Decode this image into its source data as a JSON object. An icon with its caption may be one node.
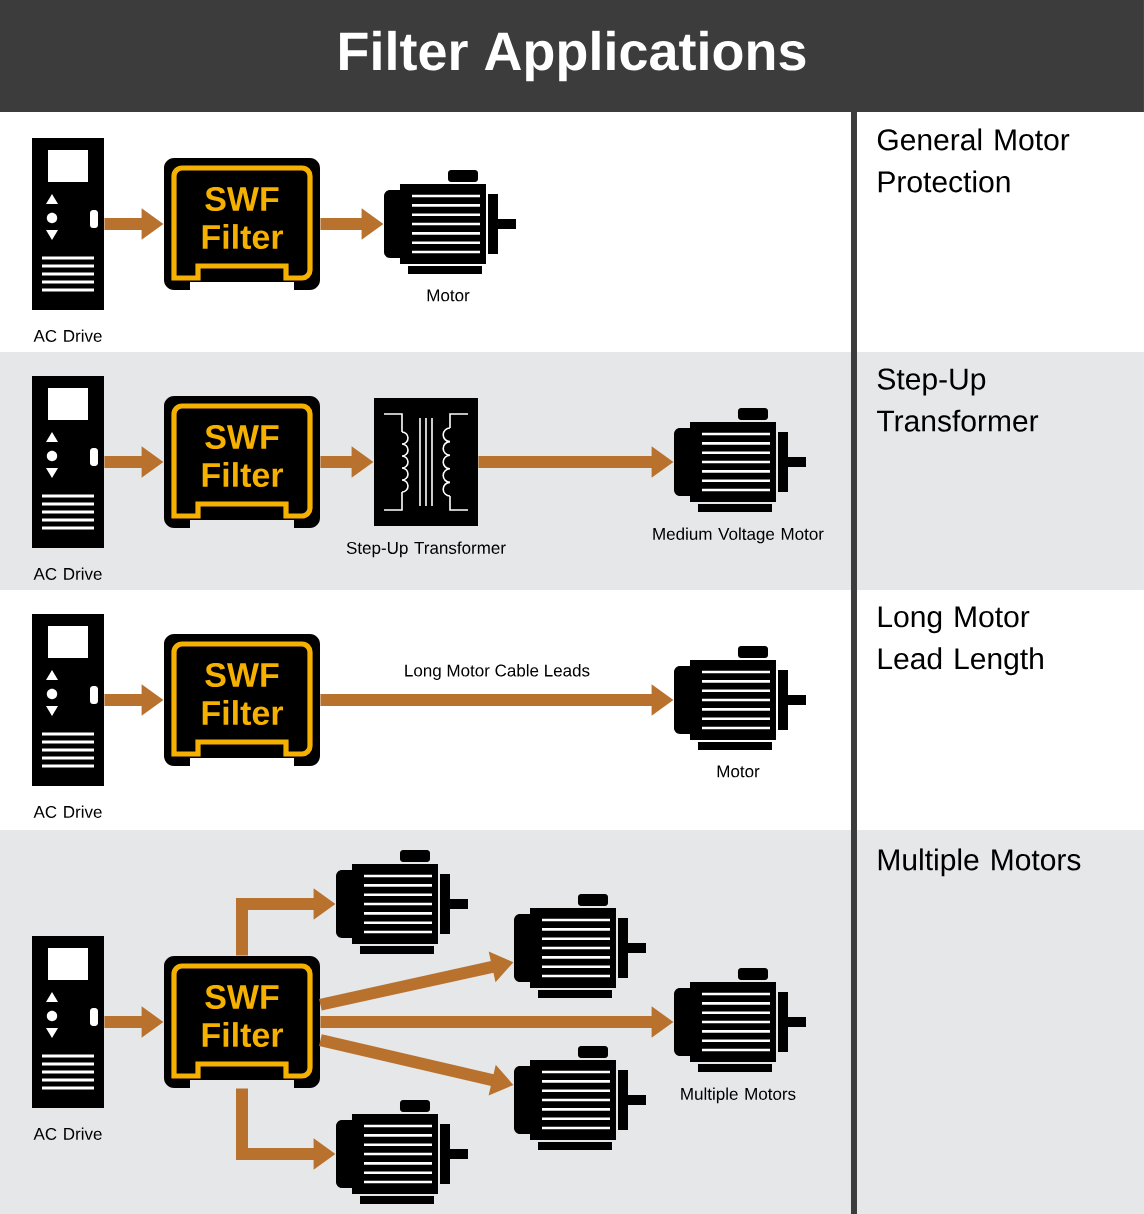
{
  "diagram": {
    "title": "Filter Applications",
    "nodes": [
      {
        "text": [],
        "shape": "drive",
        "beside": [
          "AC Drive"
        ]
      },
      {
        "text": [
          "SWF Filter"
        ]
      },
      {
        "text": [],
        "shape": "motor",
        "beside": [
          "Motor"
        ]
      },
      {
        "text": [],
        "shape": "drive",
        "beside": [
          "AC Drive"
        ]
      },
      {
        "text": [
          "SWF Filter"
        ]
      },
      {
        "text": [],
        "shape": "transformer",
        "beside": [
          "Step-Up Transformer"
        ]
      },
      {
        "text": [],
        "shape": "motor",
        "beside": [
          "Medium Voltage Motor"
        ]
      },
      {
        "text": [],
        "shape": "drive",
        "beside": [
          "AC Drive"
        ]
      },
      {
        "text": [
          "SWF Filter"
        ]
      },
      {
        "text": [],
        "shape": "motor",
        "beside": [
          "Motor"
        ]
      },
      {
        "text": [],
        "shape": "drive",
        "beside": [
          "AC Drive"
        ]
      },
      {
        "text": [
          "SWF Filter"
        ]
      },
      {
        "text": [],
        "shape": "motor"
      },
      {
        "text": [],
        "shape": "motor"
      },
      {
        "text": [],
        "shape": "motor",
        "beside": [
          "Multiple Motors"
        ]
      },
      {
        "text": [],
        "shape": "motor"
      },
      {
        "text": [],
        "shape": "motor"
      }
    ],
    "edges": [
      {
        "from": 0,
        "to": 1,
        "arrow": "to"
      },
      {
        "from": 1,
        "to": 2,
        "arrow": "to"
      },
      {
        "from": 3,
        "to": 4,
        "arrow": "to"
      },
      {
        "from": 4,
        "to": 5,
        "arrow": "to"
      },
      {
        "from": 5,
        "to": 6,
        "arrow": "to"
      },
      {
        "from": 7,
        "to": 8,
        "arrow": "to"
      },
      {
        "from": 8,
        "to": 9,
        "arrow": "to",
        "label": "Long Motor Cable Leads"
      },
      {
        "from": 10,
        "to": 11,
        "arrow": "to"
      },
      {
        "from": 11,
        "to": 12,
        "arrow": "to"
      },
      {
        "from": 11,
        "to": 13,
        "arrow": "to"
      },
      {
        "from": 11,
        "to": 14,
        "arrow": "to"
      },
      {
        "from": 11,
        "to": 15,
        "arrow": "to"
      },
      {
        "from": 11,
        "to": 16,
        "arrow": "to"
      }
    ],
    "labels": [
      "General Motor Protection",
      "Step-Up Transformer",
      "Long Motor Lead Length",
      "Multiple Motors"
    ]
  }
}
